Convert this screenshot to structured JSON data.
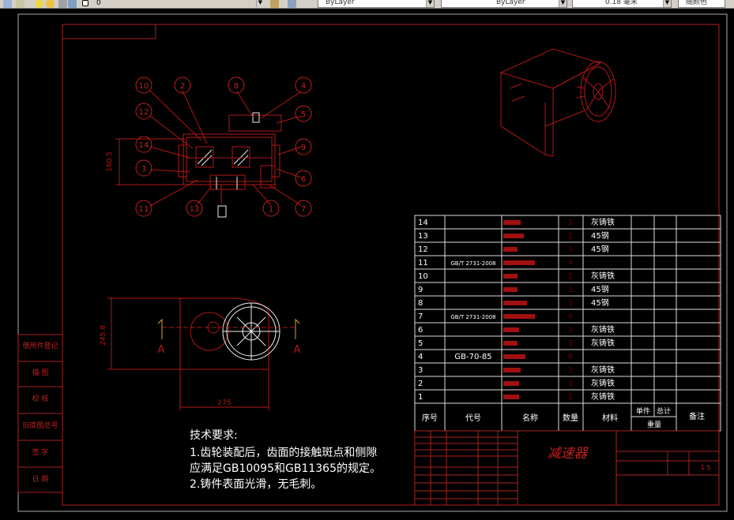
{
  "toolbar": {
    "layer_value": "0",
    "color_value": "ByLayer",
    "linetype_value": "ByLayer",
    "lineweight_value": "0.18 毫米",
    "plotstyle_value": "随颜色"
  },
  "balloons": [
    "10",
    "2",
    "8",
    "4",
    "12",
    "5",
    "14",
    "9",
    "3",
    "6",
    "11",
    "13",
    "1",
    "7"
  ],
  "dims": {
    "front_height": "160.5",
    "side_height": "245.8",
    "side_width": "275"
  },
  "section_labels": [
    "A",
    "A"
  ],
  "tech_notes": {
    "title": "技术要求:",
    "lines": [
      "1.齿轮装配后，齿面的接触斑点和侧隙",
      "应满足GB10095和GB11365的规定。",
      "2.铸件表面光滑，无毛刺。"
    ]
  },
  "left_panel_labels": [
    "借用件登记",
    "描 图",
    "校 核",
    "旧底图总号",
    "签 字",
    "日 期"
  ],
  "bom": {
    "rows": [
      {
        "no": "14",
        "code": "",
        "name": "",
        "qty": "1",
        "material": "灰铸铁"
      },
      {
        "no": "13",
        "code": "",
        "name": "",
        "qty": "1",
        "material": "45钢"
      },
      {
        "no": "12",
        "code": "",
        "name": "",
        "qty": "1",
        "material": "45钢"
      },
      {
        "no": "11",
        "code": "GB/T 2731-2008",
        "name": "",
        "qty": "4",
        "material": ""
      },
      {
        "no": "10",
        "code": "",
        "name": "",
        "qty": "1",
        "material": "灰铸铁"
      },
      {
        "no": "9",
        "code": "",
        "name": "",
        "qty": "1",
        "material": "45钢"
      },
      {
        "no": "8",
        "code": "",
        "name": "",
        "qty": "1",
        "material": "45钢"
      },
      {
        "no": "7",
        "code": "GB/T 2731-2008",
        "name": "",
        "qty": "4",
        "material": ""
      },
      {
        "no": "6",
        "code": "",
        "name": "",
        "qty": "1",
        "material": "灰铸铁"
      },
      {
        "no": "5",
        "code": "",
        "name": "",
        "qty": "1",
        "material": "灰铸铁"
      },
      {
        "no": "4",
        "code": "GB-70-85",
        "name": "",
        "qty": "8",
        "material": ""
      },
      {
        "no": "3",
        "code": "",
        "name": "",
        "qty": "1",
        "material": "灰铸铁"
      },
      {
        "no": "2",
        "code": "",
        "name": "",
        "qty": "1",
        "material": "灰铸铁"
      },
      {
        "no": "1",
        "code": "",
        "name": "",
        "qty": "1",
        "material": "灰铸铁"
      }
    ],
    "headers": {
      "no": "序号",
      "code": "代号",
      "name": "名称",
      "qty": "数量",
      "material": "材料",
      "unit": "单件",
      "total": "总计",
      "weight": "重量",
      "remark": "备注"
    }
  },
  "title_block": {
    "name": "减速器",
    "scale": "1:5"
  }
}
